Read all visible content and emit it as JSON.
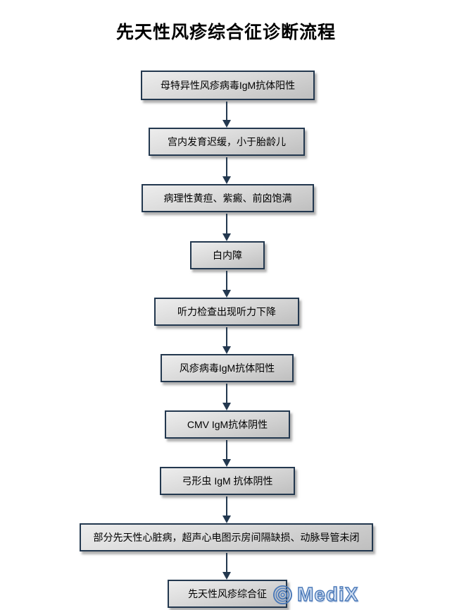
{
  "title": "先天性风疹综合征诊断流程",
  "flowchart": {
    "boxes": [
      {
        "label": "母特异性风疹病毒IgM抗体阳性"
      },
      {
        "label": "宫内发育迟缓，小于胎龄儿"
      },
      {
        "label": "病理性黄疸、紫癜、前囟饱满"
      },
      {
        "label": "白内障"
      },
      {
        "label": "听力检查出现听力下降"
      },
      {
        "label": "风疹病毒IgM抗体阳性"
      },
      {
        "label": "CMV IgM抗体阴性"
      },
      {
        "label": "弓形虫 IgM 抗体阴性"
      },
      {
        "label": "部分先天性心脏病，超声心电图示房间隔缺损、动脉导管未闭"
      },
      {
        "label": "先天性风疹综合征"
      }
    ],
    "flow_direction": "top-to-bottom"
  },
  "watermark": {
    "text": "MediX"
  },
  "colors": {
    "box_border": "#23384f",
    "arrow": "#23384f",
    "box_fill_light": "#ededed",
    "box_fill_dark": "#bfbfbf",
    "watermark_outline": "#4b79b8",
    "watermark_fill": "#cfdef2",
    "background": "#ffffff"
  }
}
